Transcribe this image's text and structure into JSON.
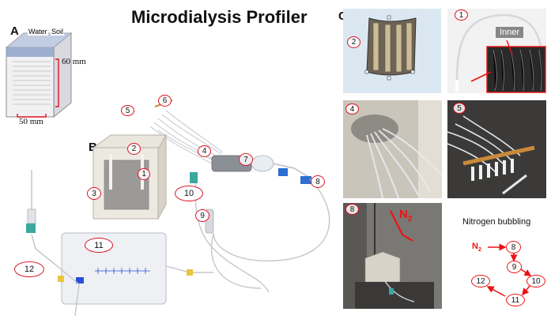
{
  "title": "Microdialysis Profiler",
  "panels": {
    "a": "A",
    "b": "B",
    "c": "C"
  },
  "panel_a": {
    "water_label": "Water",
    "soil_label": "Soil",
    "dim_vertical": "60 mm",
    "dim_horizontal": "50 mm"
  },
  "panel_b_callouts": [
    "1",
    "2",
    "3",
    "4",
    "5",
    "6",
    "7",
    "8",
    "9",
    "10",
    "11",
    "12"
  ],
  "panel_c": {
    "cad_callout": "2",
    "sem_callout": "1",
    "inner_label": "Inner",
    "photo4_callout": "4",
    "photo5_callout": "5",
    "photo8_callout": "8",
    "n2_label": "N",
    "n2_sub": "2"
  },
  "nitrogen": {
    "title": "Nitrogen bubbling",
    "n2_label": "N",
    "n2_sub": "2",
    "nodes": [
      "8",
      "9",
      "10",
      "11",
      "12"
    ]
  },
  "colors": {
    "accent_red": "#e11111",
    "cad_blue": "#7ec8e8",
    "bag_blue": "#2a4fd6"
  }
}
